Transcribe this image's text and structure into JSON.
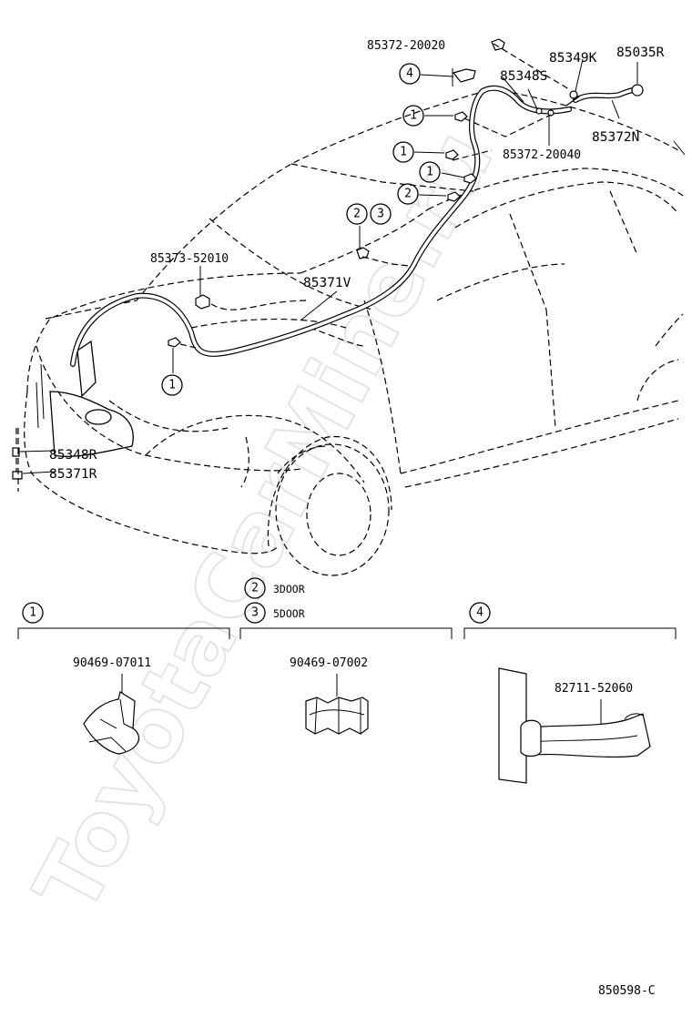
{
  "watermark": "ToyotaCarMine.ru",
  "diagram_code": "850598-C",
  "callouts": {
    "p85372_20020": "85372-20020",
    "p85348S": "85348S",
    "p85349K": "85349K",
    "p85035R": "85035R",
    "p85372N": "85372N",
    "p85372_20040": "85372-20040",
    "p85373_52010": "85373-52010",
    "p85371V": "85371V",
    "p85348R": "85348R",
    "p85371R": "85371R"
  },
  "ref_markers": [
    "1",
    "2",
    "3",
    "4"
  ],
  "legend": {
    "door3": "3DOOR",
    "door5": "5DOOR"
  },
  "detail_panels": [
    {
      "marker": "1",
      "part": "90469-07011"
    },
    {
      "marker": "2-3",
      "part": "90469-07002"
    },
    {
      "marker": "4",
      "part": "82711-52060"
    }
  ]
}
